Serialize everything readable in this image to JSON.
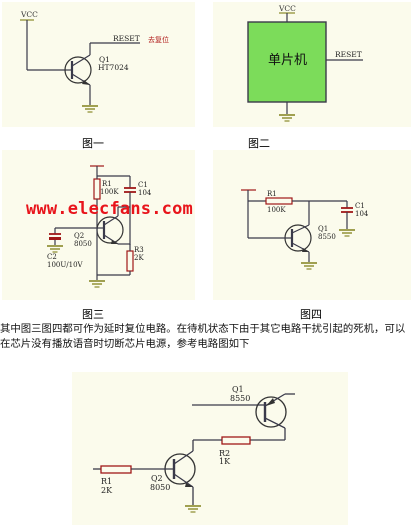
{
  "figures": {
    "fig1": {
      "caption": "图一",
      "vcc": "VCC",
      "transistor": {
        "ref": "Q1",
        "part": "HT7024"
      },
      "output": "RESET",
      "output_note": "去复位"
    },
    "fig2": {
      "caption": "图二",
      "vcc": "VCC",
      "chip_label": "单片机",
      "output": "RESET"
    },
    "fig3": {
      "caption": "图三",
      "r1": {
        "ref": "R1",
        "value": "100K"
      },
      "c1": {
        "ref": "C1",
        "value": "104"
      },
      "q2": {
        "ref": "Q2",
        "part": "8050"
      },
      "c2": {
        "ref": "C2",
        "value": "100U/10V"
      },
      "r3": {
        "ref": "R3",
        "value": "2K"
      }
    },
    "fig4": {
      "caption": "图四",
      "r1": {
        "ref": "R1",
        "value": "100K"
      },
      "c1": {
        "ref": "C1",
        "value": "104"
      },
      "q1": {
        "ref": "Q1",
        "part": "8550"
      }
    },
    "fig5": {
      "q1": {
        "ref": "Q1",
        "part": "8550"
      },
      "r2": {
        "ref": "R2",
        "value": "1K"
      },
      "q2": {
        "ref": "Q2",
        "part": "8050"
      },
      "r1": {
        "ref": "R1",
        "value": "2K"
      }
    }
  },
  "description": "其中图三图四都可作为延时复位电路。在待机状态下由于其它电路干扰引起的死机，可以在芯片没有播放语音时切断芯片电源，参考电路图如下",
  "watermark": "www.elecfans.com",
  "colors": {
    "wire": "#3a3a4a",
    "ground": "#8a8a2a",
    "component": "#a01818",
    "chip_fill": "#7cdc5a",
    "panel_bg": "#fbfbec",
    "watermark": "#e8141b"
  }
}
